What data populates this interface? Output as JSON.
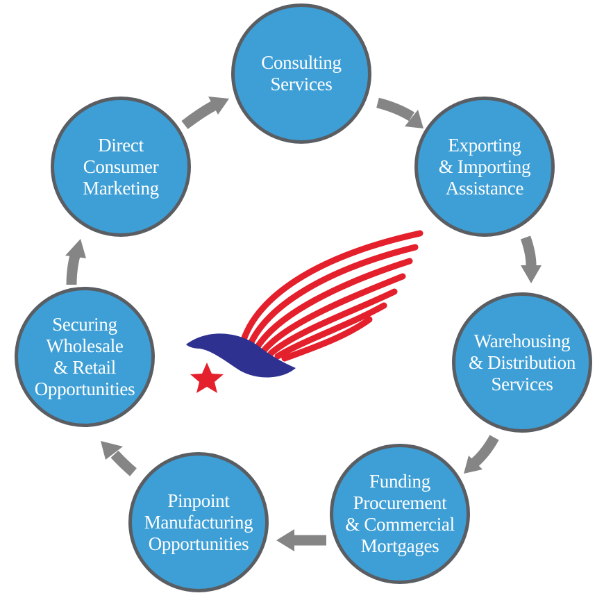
{
  "colors": {
    "node_fill": "#3d9fd6",
    "node_border": "#5a5e63",
    "arrow": "#858585",
    "wing_red": "#e3202c",
    "wing_blue": "#2e3190",
    "star": "#e3202c"
  },
  "logo": {
    "icon": "eagle-wing-star-icon"
  },
  "nodes": [
    {
      "id": "consulting",
      "label": "Consulting\nServices"
    },
    {
      "id": "exporting",
      "label": "Exporting\n& Importing\nAssistance"
    },
    {
      "id": "warehousing",
      "label": "Warehousing\n& Distribution\nServices"
    },
    {
      "id": "funding",
      "label": "Funding\nProcurement\n& Commercial\nMortgages"
    },
    {
      "id": "pinpoint",
      "label": "Pinpoint\nManufacturing\nOpportunities"
    },
    {
      "id": "securing",
      "label": "Securing\nWholesale\n& Retail\nOpportunities"
    },
    {
      "id": "direct",
      "label": "Direct\nConsumer\nMarketing"
    }
  ]
}
